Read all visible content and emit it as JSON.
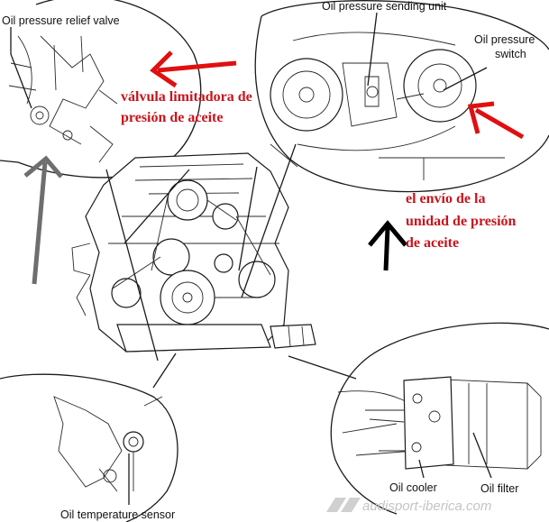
{
  "labels": {
    "relief_valve": "Oil pressure relief valve",
    "sending_unit": "Oil pressure sending unit",
    "switch_line1": "Oil pressure",
    "switch_line2": "switch",
    "temp_sensor": "Oil temperature sensor",
    "cooler": "Oil cooler",
    "filter": "Oil filter"
  },
  "annotations": {
    "valvula_line1": "válvula limitadora de",
    "valvula_line2": "presión de aceite",
    "envio_line1": "el envío de la",
    "envio_line2": "unidad de presión",
    "envio_line3": "de aceite"
  },
  "watermark": "audisport-iberica.com",
  "colors": {
    "annotation": "#c8141c",
    "arrow_red": "#e01010",
    "arrow_grey": "#6e6e6e",
    "arrow_black": "#000000",
    "line_art": "#1a1a1a",
    "watermark": "#c4c4c4"
  }
}
